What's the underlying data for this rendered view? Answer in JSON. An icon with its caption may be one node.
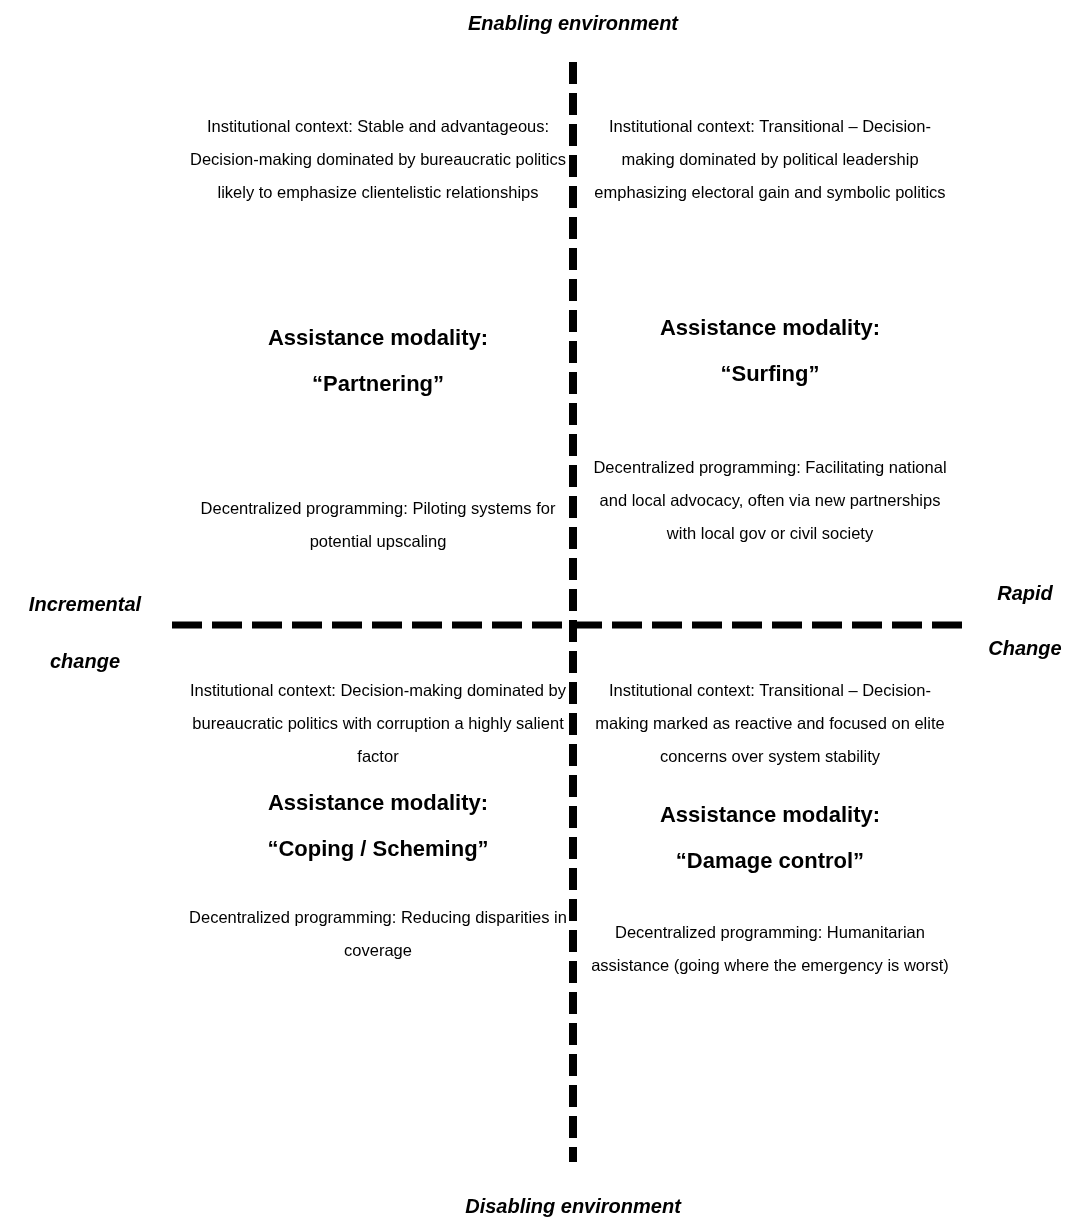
{
  "diagram": {
    "labels": [
      "Enabling environment",
      "Institutional context: Stable and advantageous: Decision-making dominated by bureaucratic politics likely to emphasize clientelistic relationships",
      "Institutional context: Transitional – Decision-making dominated by political leadership emphasizing electoral gain and symbolic politics",
      "Assistance modality: “Partnering”",
      "Assistance modality: “Surfing”",
      "Decentralized programming: Piloting systems for potential upscaling",
      "Decentralized programming: Facilitating national and local advocacy, often via new partnerships with local gov or civil society",
      "Incremental change",
      "Rapid Change",
      "Institutional context: Decision-making dominated by bureaucratic politics with corruption a highly salient factor",
      "Institutional context: Transitional – Decision-making marked as reactive and focused on elite concerns over system stability",
      "Assistance modality: “Coping / Scheming”",
      "Assistance modality: “Damage control”",
      "Decentralized programming: Reducing disparities in coverage",
      "Decentralized programming: Humanitarian assistance (going where the emergency is worst)",
      "Disabling environment"
    ]
  }
}
